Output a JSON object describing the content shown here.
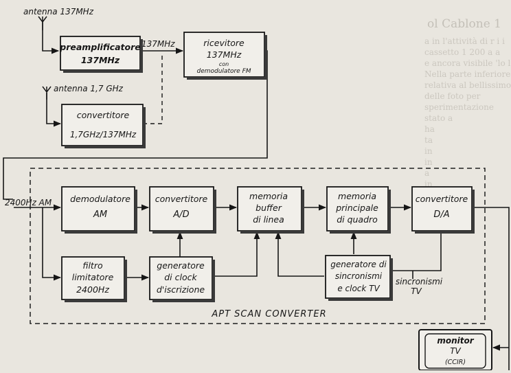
{
  "antennas": {
    "a137": "antenna 137MHz",
    "a17": "antenna 1,7 GHz"
  },
  "freq_label_137": "137MHz",
  "input_label": "2400Hz AM",
  "converter_title": "APT SCAN CONVERTER",
  "sync_label": {
    "line1": "sincronismi",
    "line2": "TV"
  },
  "blocks": {
    "preamp": {
      "line1": "preamplificatore",
      "line2": "137MHz"
    },
    "receiver": {
      "line1": "ricevitore",
      "line2": "137MHz",
      "line3": "con",
      "line4": "demodulatore FM"
    },
    "converter17": {
      "line1": "convertitore",
      "line2": "1,7GHz/137MHz"
    },
    "demod_am": {
      "line1": "demodulatore",
      "line2": "AM"
    },
    "ad": {
      "line1": "convertitore",
      "line2": "A/D"
    },
    "buffer": {
      "line1": "memoria",
      "line2": "buffer",
      "line3": "di linea"
    },
    "main_mem": {
      "line1": "memoria",
      "line2": "principale",
      "line3": "di quadro"
    },
    "da": {
      "line1": "convertitore",
      "line2": "D/A"
    },
    "filter": {
      "line1": "filtro",
      "line2": "limitatore",
      "line3": "2400Hz"
    },
    "clock_gen": {
      "line1": "generatore",
      "line2": "di clock",
      "line3": "d'iscrizione"
    },
    "sync_gen": {
      "line1": "generatore di",
      "line2": "sincronismi",
      "line3": "e clock TV"
    },
    "monitor": {
      "line1": "monitor",
      "line2": "TV",
      "line3": "(CCIR)"
    }
  },
  "background_page": {
    "heading": "ol Cablone 1",
    "lines": [
      "a in l'attività di r i i",
      "cassetto 1 200 a a",
      "e ancora visibile 'lo l",
      "Nella parte inferiore",
      "relativa al bellissimo",
      "delle foto per",
      "sperimentazione",
      "stato a",
      "ha",
      "ta",
      "in",
      "in",
      "a",
      "in"
    ]
  }
}
